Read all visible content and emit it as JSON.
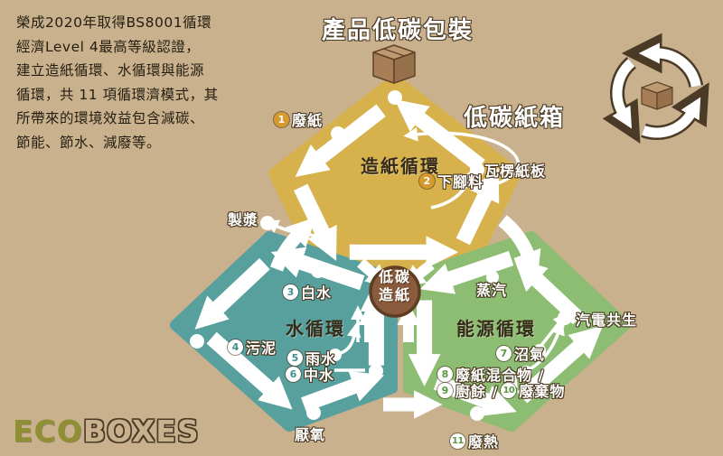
{
  "colors": {
    "background": "#c9b18e",
    "paper": "#d6b14c",
    "water": "#57a09d",
    "energy": "#8cbd72",
    "center": "#8a5c3d",
    "center_rim": "#5e3d24",
    "badge_amber": "#d79a2e",
    "badge_text_water": "#3f8e8c",
    "badge_text_energy": "#5d9644",
    "text_outline": "#4c3b24"
  },
  "intro": {
    "lines": [
      "榮成2020年取得BS8001循環",
      "經濟Level 4最高等級認證，",
      "建立造紙循環、水循環與能源",
      "循環，共 11 項循環濟模式，其",
      "所帶來的環境效益包含減碳、",
      "節能、節水、減廢等。"
    ]
  },
  "titles": {
    "product": "產品低碳包裝",
    "carton": "低碳紙箱"
  },
  "cycles": {
    "paper": "造紙循環",
    "water": "水循環",
    "energy": "能源循環"
  },
  "center": {
    "line1": "低碳",
    "line2": "造紙"
  },
  "nodes": {
    "n1": {
      "num": "1",
      "label": "廢紙"
    },
    "n2": {
      "num": "2",
      "label": "下腳料"
    },
    "n3": {
      "num": "3",
      "label": "白水"
    },
    "n4": {
      "num": "4",
      "label": "污泥"
    },
    "n5": {
      "num": "5",
      "label": "雨水"
    },
    "n6": {
      "num": "6",
      "label": "中水"
    },
    "n7": {
      "num": "7",
      "label": "沼氣"
    },
    "n8": {
      "num": "8",
      "label": "廢紙混合物 /"
    },
    "n9": {
      "num": "9",
      "label": "廚餘 /"
    },
    "n10": {
      "num": "10",
      "label": "廢棄物"
    },
    "n11": {
      "num": "11",
      "label": "廢熱"
    }
  },
  "labels": {
    "corrugated": "瓦楞紙板",
    "pulping": "製漿",
    "steam": "蒸汽",
    "cogeneration": "汽電共生",
    "anaerobic": "厭氧"
  },
  "logo": {
    "eco": "ECO",
    "boxes": "BOXES"
  }
}
